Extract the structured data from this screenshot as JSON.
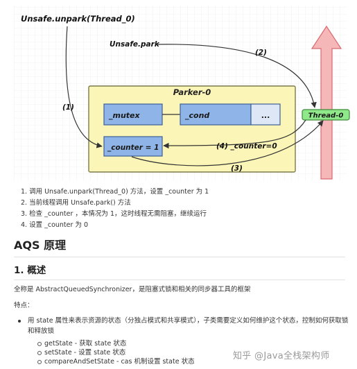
{
  "diagram": {
    "labels": {
      "unpark": "Unsafe.unpark(Thread_0)",
      "park": "Unsafe.park",
      "parker": "Parker-0",
      "mutex": "_mutex",
      "cond": "_cond",
      "dots": "...",
      "counter": "_counter = 1",
      "thread": "Thread-0",
      "edge1": "(1)",
      "edge2": "(2)",
      "edge3": "(3)",
      "edge4": "(4) _counter=0"
    },
    "colors": {
      "parker_fill": "#fbf6b8",
      "parker_border": "#7b7a4a",
      "cell_fill": "#8fb4e8",
      "cell_border": "#3c5f95",
      "thread_fill": "#8fe88a",
      "thread_border": "#3d8a39",
      "arrow_fill": "#f6b7b9",
      "arrow_border": "#d66b70",
      "line": "#333333"
    }
  },
  "steps": [
    "1. 调用 Unsafe.unpark(Thread_0) 方法，设置 _counter 为 1",
    "2. 当前线程调用 Unsafe.park() 方法",
    "3. 检查 _counter ，本情况为 1，这时线程无需阻塞，继续运行",
    "4. 设置 _counter 为 0"
  ],
  "heading_main": "AQS 原理",
  "heading_sub": "1. 概述",
  "para_intro": "全称是 AbstractQueuedSynchronizer，是阻塞式锁和相关的同步器工具的框架",
  "para_features": "特点：",
  "bullet_text": "用 state 属性来表示资源的状态（分独占模式和共享模式），子类需要定义如何维护这个状态，控制如何获取锁和释放锁",
  "sub_items": [
    "getState - 获取 state 状态",
    "setState - 设置 state 状态",
    "compareAndSetState - cas 机制设置 state 状态"
  ],
  "watermark": "知乎 @Java全栈架构师"
}
